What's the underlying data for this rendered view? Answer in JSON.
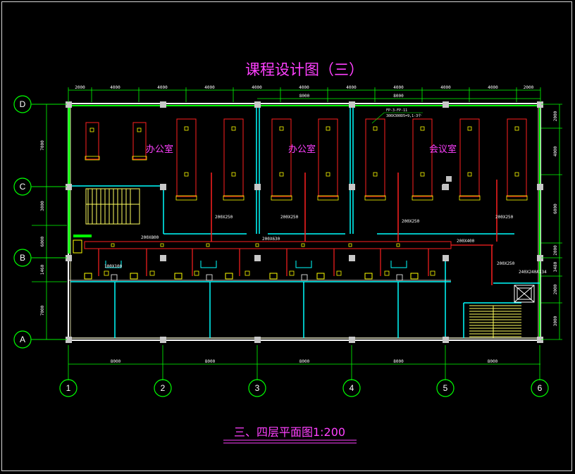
{
  "drawing": {
    "title": "课程设计图（三）",
    "caption": "三、四层平面图1:200",
    "rooms": [
      {
        "name": "办公室"
      },
      {
        "name": "办公室"
      },
      {
        "name": "会议室"
      }
    ],
    "axes_rows": [
      "D",
      "C",
      "B",
      "A"
    ],
    "axes_cols": [
      "1",
      "2",
      "3",
      "4",
      "5",
      "6"
    ],
    "dims_top": [
      "2000",
      "4000",
      "4000",
      "4000",
      "4000",
      "4000",
      "4000",
      "4000",
      "4000",
      "4000",
      "2000"
    ],
    "dims_top_inner": [
      "8000",
      "8000"
    ],
    "dims_bottom": [
      "8000",
      "8000",
      "8000",
      "8000",
      "8000"
    ],
    "dims_left": [
      "7000",
      "3000",
      "6000",
      "1460",
      "7000"
    ],
    "dims_right": [
      "2000",
      "4000",
      "6000",
      "2000",
      "3480",
      "2000",
      "3000"
    ],
    "duct_labels": [
      "200X800",
      "200X630",
      "200X250",
      "200X250",
      "200X250",
      "200X250",
      "200X400",
      "200X250",
      "240X240A134"
    ],
    "small_label": "100X100",
    "note_lines": [
      "FP-3-FP-11",
      "300X300D5=9,1-3个"
    ]
  },
  "colors": {
    "background": "#000000",
    "wall": "#ffffff",
    "structure": "#00ff00",
    "partition": "#00ffff",
    "duct": "#ff2020",
    "fan_coil": "#ffff00",
    "text": "#ff40ff",
    "dimension": "#00ff00"
  }
}
